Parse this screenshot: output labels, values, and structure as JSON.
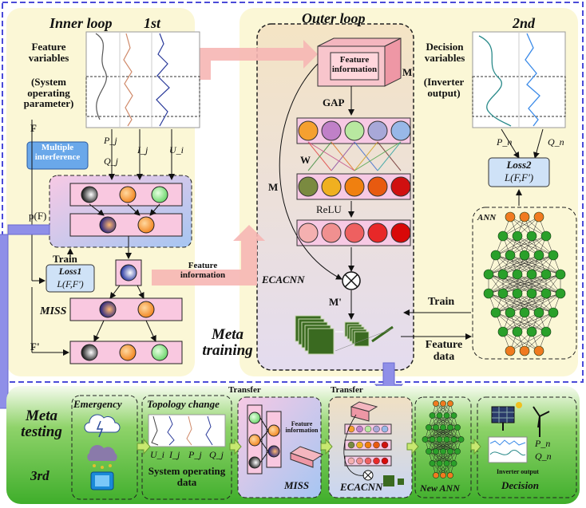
{
  "colors": {
    "inner_bg": "#fbf7d6",
    "outer_bg": "#f1e3c6",
    "meta_test_bg": "#5fc044",
    "arrow_pink": "#f6b6b4",
    "arrow_blue": "#8f8fe8",
    "border_blue": "#4b4bd8"
  },
  "inner": {
    "title": "Inner loop",
    "step": "1st",
    "feature_vars": "Feature variables",
    "sys_param": "(System operating parameter)",
    "F": "F",
    "multi_interf": "Multiple interference",
    "pj": "P_j",
    "qj": "Q_j",
    "ij": "I_j",
    "ui": "U_i",
    "pF": "p(F)",
    "train": "Train",
    "loss1": "Loss1",
    "lff": "L(F,F')",
    "miss": "MISS",
    "Fp": "F'"
  },
  "outer": {
    "title": "Outer loop",
    "feat_info_box": "Feature information",
    "M": "M",
    "gap": "GAP",
    "W": "W",
    "M2": "M",
    "relu": "ReLU",
    "ecacnn": "ECACNN",
    "Mp": "M'",
    "feat_info_arrow": "Feature information"
  },
  "decision": {
    "step": "2nd",
    "title": "Decision variables",
    "sub": "(Inverter output)",
    "pn": "P_n",
    "qn": "Q_n",
    "loss2": "Loss2",
    "lff": "L(F,F')",
    "ann": "ANN",
    "train": "Train",
    "feature_data": "Feature data"
  },
  "meta_training": "Meta training",
  "meta_testing": "Meta testing",
  "third": "3rd",
  "testing": {
    "emergency": "Emergency",
    "topology": "Topology change",
    "ui": "U_i",
    "ij": "I_j",
    "pj": "P_j",
    "qj": "Q_j",
    "system": "System operating data",
    "transfer1": "Transfer",
    "transfer2": "Transfer",
    "feat_info": "Feature information",
    "miss": "MISS",
    "ecacnn": "ECACNN",
    "new_ann": "New ANN",
    "pn": "P_n",
    "qn": "Q_n",
    "inverter_output": "Inverter output",
    "decision": "Decision"
  }
}
